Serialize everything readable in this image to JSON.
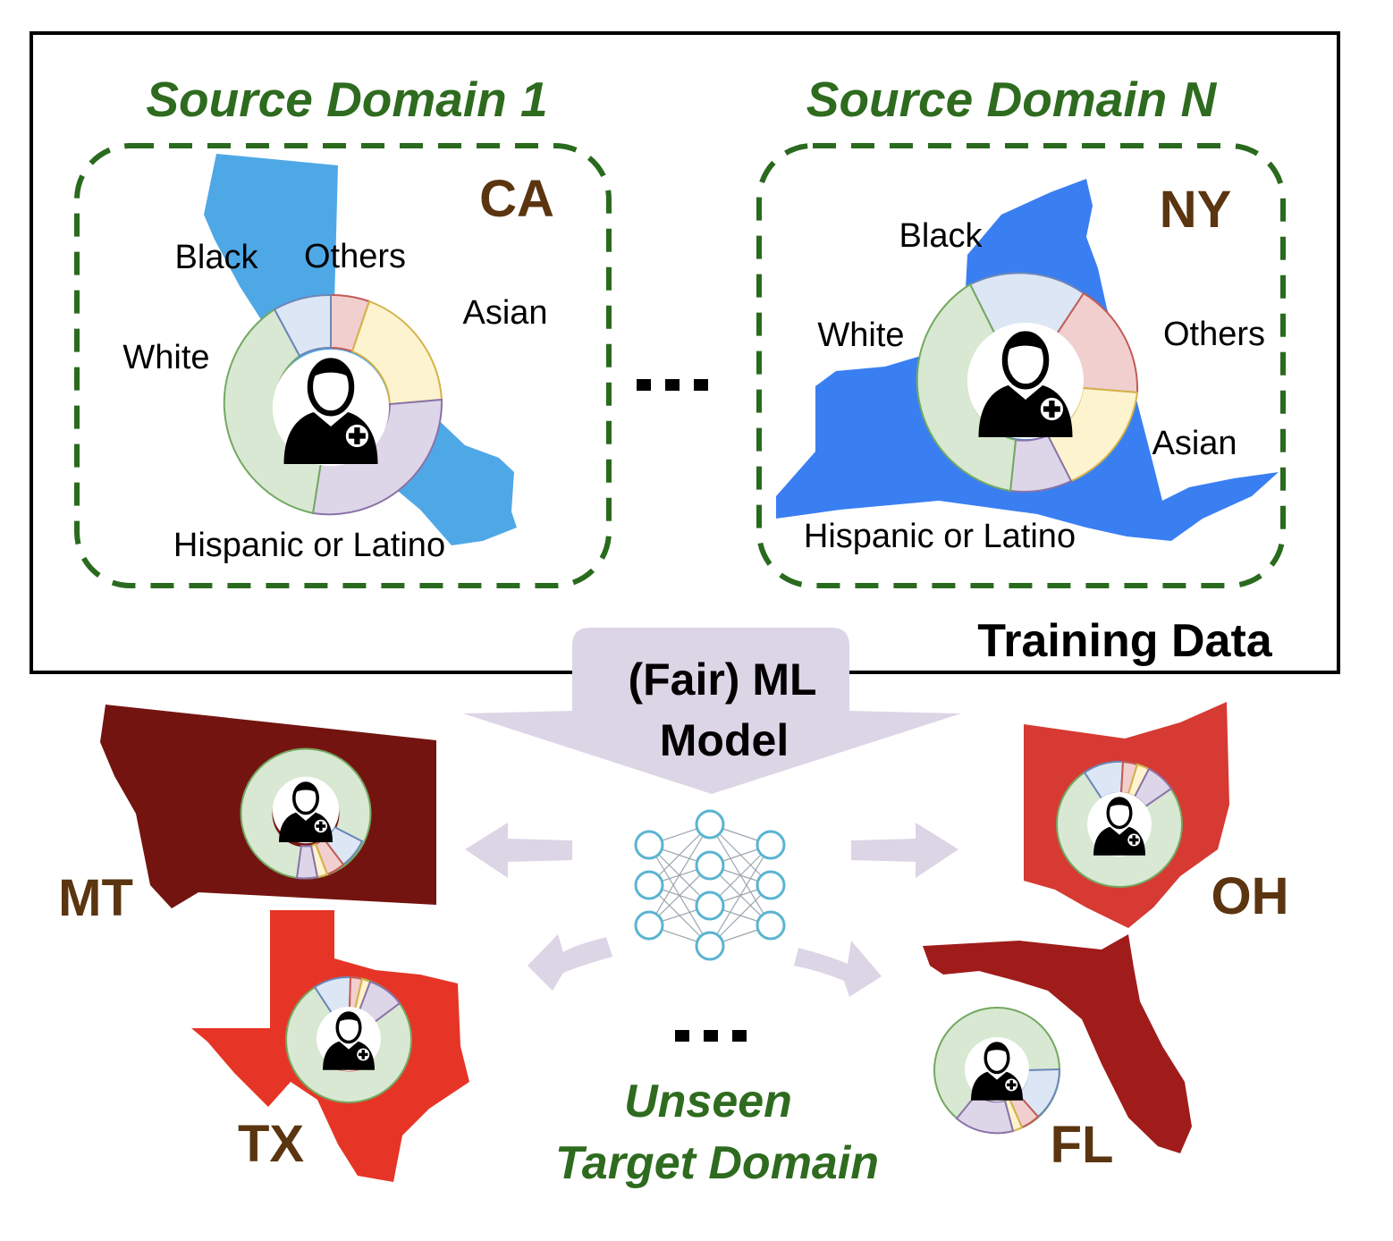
{
  "source_domains": [
    {
      "title": "Source Domain 1",
      "state": "CA",
      "groups": [
        "Black",
        "Others",
        "Asian",
        "White",
        "Hispanic or Latino"
      ]
    },
    {
      "title": "Source Domain N",
      "state": "NY",
      "groups": [
        "Black",
        "White",
        "Others",
        "Asian",
        "Hispanic or Latino"
      ]
    }
  ],
  "ellipsis": "...",
  "training_label": "Training Data",
  "model_label": [
    "(Fair) ML",
    "Model"
  ],
  "target_states": [
    "MT",
    "TX",
    "OH",
    "FL"
  ],
  "target_label": [
    "Unseen",
    "Target Domain"
  ],
  "colors": {
    "source_title": "#2e6b1f",
    "state_code": "#5a3510",
    "CA_map": "#4fa8e6",
    "NY_map": "#3a7ff2",
    "MT_map": "#741410",
    "TX_map": "#e63526",
    "OH_map": "#d63a33",
    "FL_map": "#a01c1a",
    "model_arrow": "#dcd5e6",
    "nn_node": "#5ab4d1",
    "White": "#d8e8d2",
    "Black": "#dde6f5",
    "Others": "#f1cfce",
    "Asian": "#fdf4cf",
    "Hispanic or Latino": "#ddd6e8"
  },
  "icons": [
    "patient-icon",
    "neural-network-icon",
    "arrow-icon"
  ]
}
